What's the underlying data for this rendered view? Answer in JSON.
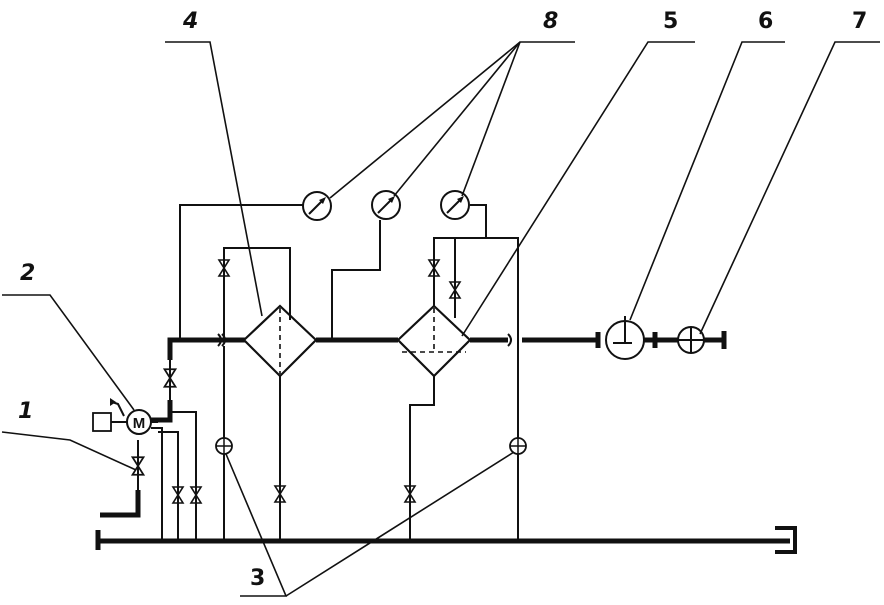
{
  "diagram": {
    "labels": {
      "l1": "1",
      "l2": "2",
      "l3": "3",
      "l4": "4",
      "l5": "5",
      "l6": "6",
      "l7": "7",
      "l8": "8"
    },
    "motor_letter": "M"
  }
}
